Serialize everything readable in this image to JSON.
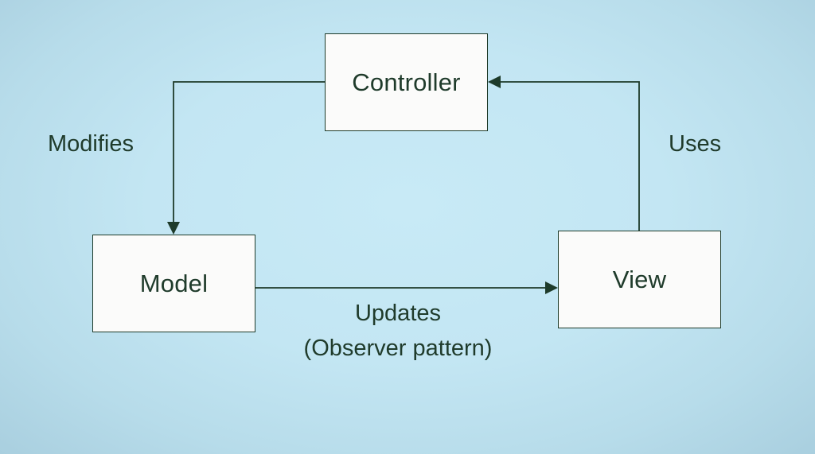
{
  "diagram": {
    "nodes": {
      "controller": "Controller",
      "model": "Model",
      "view": "View"
    },
    "edges": {
      "modifies": "Modifies",
      "uses": "Uses",
      "updates_line1": "Updates",
      "updates_line2": "(Observer pattern)"
    },
    "colors": {
      "background": "#c3e6f3",
      "box_fill": "#fbfbfa",
      "ink": "#1f3b2b"
    }
  }
}
